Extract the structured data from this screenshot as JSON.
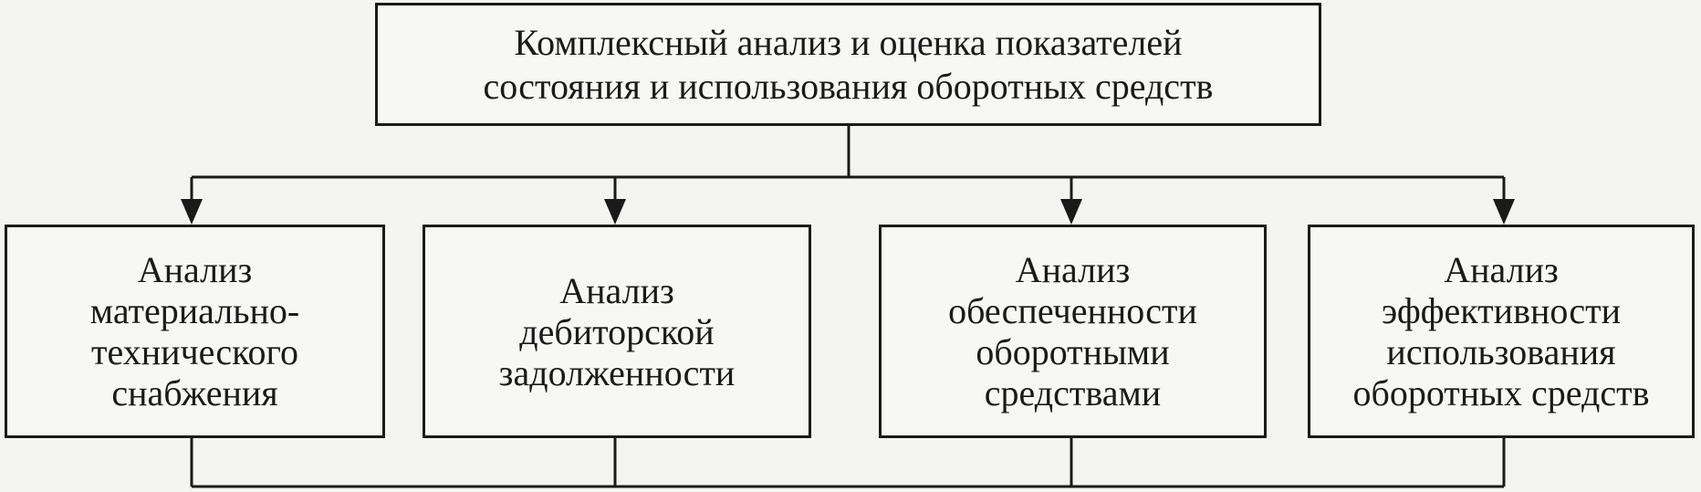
{
  "diagram": {
    "root": {
      "label": "Комплексный анализ и оценка показателей\nсостояния и использования оборотных средств"
    },
    "children": [
      {
        "label": "Анализ\nматериально-\nтехнического\nснабжения"
      },
      {
        "label": "Анализ\nдебиторской\nзадолженности"
      },
      {
        "label": "Анализ\nобеспеченности\nоборотными\nсредствами"
      },
      {
        "label": "Анализ\nэффективности\nиспользования\nоборотных средств"
      }
    ]
  },
  "colors": {
    "line": "#1a1a1a",
    "background": "#f4f4f2"
  }
}
